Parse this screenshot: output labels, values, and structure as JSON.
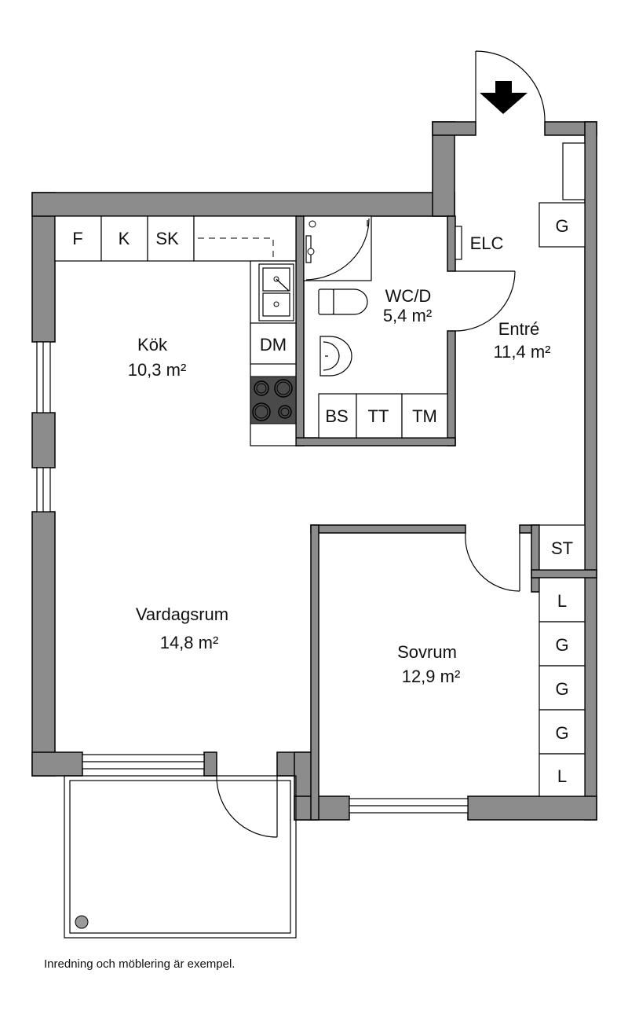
{
  "rooms": {
    "kok_name": "Kök",
    "kok_area": "10,3 m²",
    "vardagsrum_name": "Vardagsrum",
    "vardagsrum_area": "14,8 m²",
    "wc_name": "WC/D",
    "wc_area": "5,4 m²",
    "entre_name": "Entré",
    "entre_area": "11,4 m²",
    "sovrum_name": "Sovrum",
    "sovrum_area": "12,9 m²"
  },
  "fixtures": {
    "f": "F",
    "k": "K",
    "sk": "SK",
    "dm": "DM",
    "elc": "ELC",
    "bs": "BS",
    "tt": "TT",
    "tm": "TM",
    "st": "ST",
    "g_entre": "G",
    "closet_1": "L",
    "closet_2": "G",
    "closet_3": "G",
    "closet_4": "G",
    "closet_5": "L"
  },
  "footer": {
    "note": "Inredning och möblering är exempel."
  }
}
